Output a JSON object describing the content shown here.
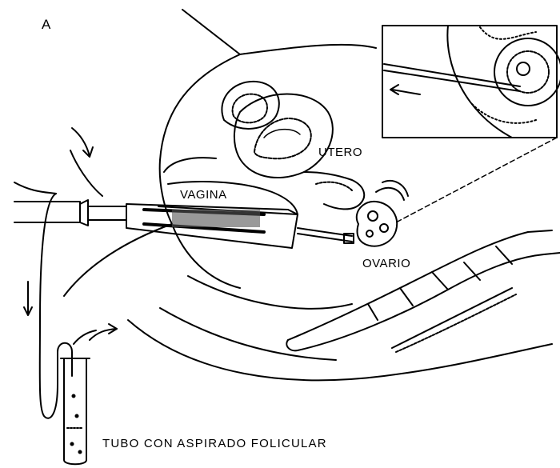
{
  "figure": {
    "panel_letter": "A",
    "labels": {
      "utero": "UTERO",
      "vagina": "VAGINA",
      "ovario": "OVARIO",
      "tubo": "TUBO CON ASPIRADO FOLICULAR"
    },
    "ink_color": "#000000",
    "paper_color": "#ffffff"
  }
}
